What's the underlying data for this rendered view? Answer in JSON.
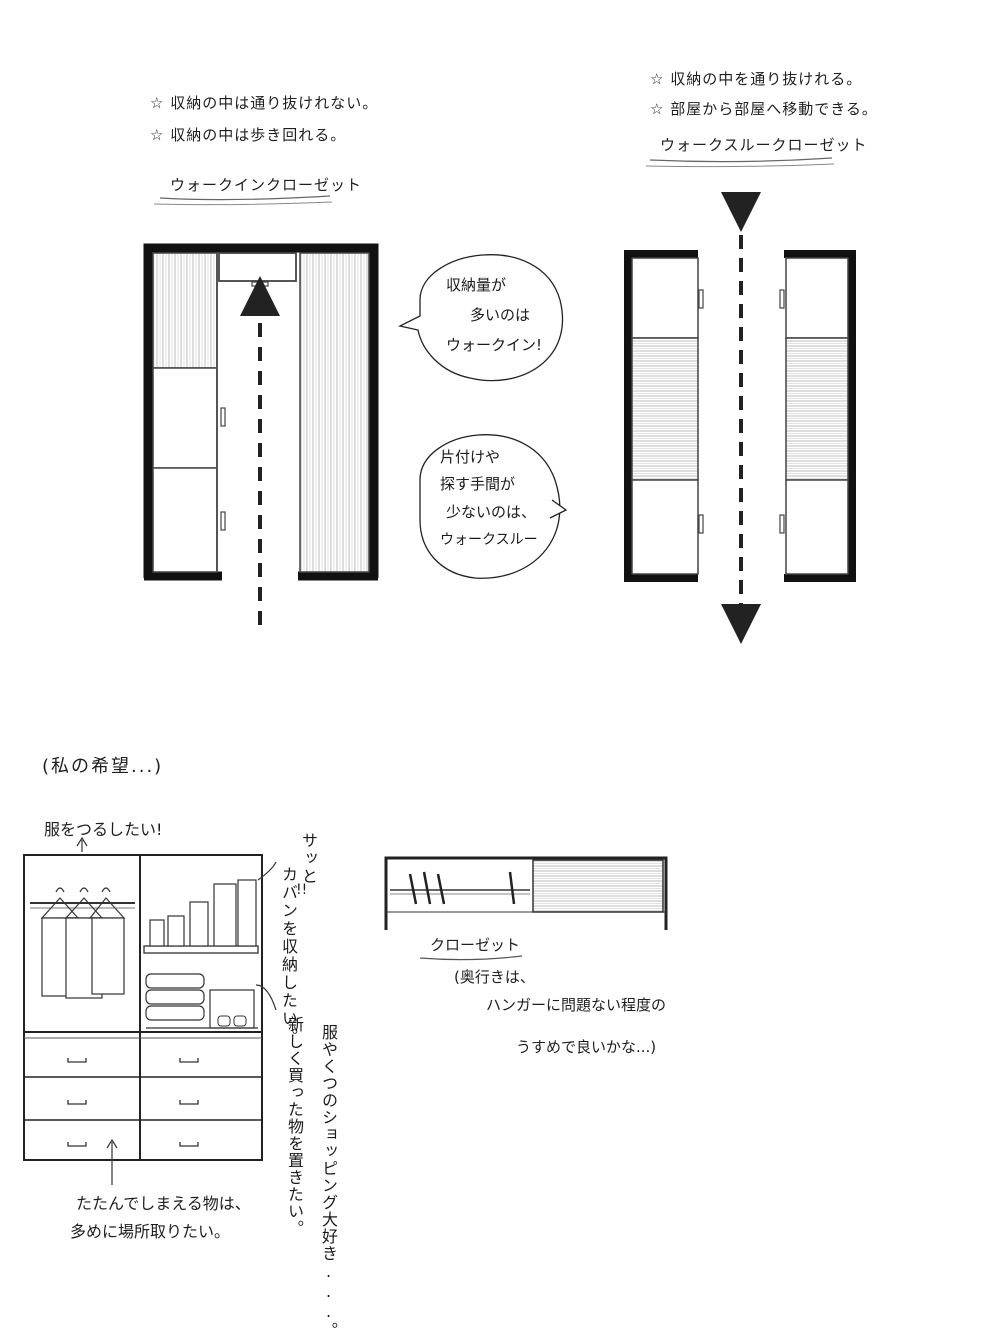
{
  "walkin": {
    "note1": "収納の中は通り抜けれない。",
    "note2": "収納の中は歩き回れる。",
    "title": "ウォークインクローゼット"
  },
  "walkthrough": {
    "note1": "収納の中を通り抜けれる。",
    "note2": "部屋から部屋へ移動できる。",
    "title": "ウォークスルークローゼット"
  },
  "bubble1": {
    "line1": "収納量が",
    "line2": "多いのは",
    "line3": "ウォークイン!"
  },
  "bubble2": {
    "line1": "片付けや",
    "line2": "探す手間が",
    "line3": "少ないのは、",
    "line4": "ウォークスルー"
  },
  "wish": {
    "heading": "(私の希望...)",
    "hang": "服をつるしたい!",
    "bags_v1": "サッと",
    "bags_v2": "カバンを収納したい。",
    "bags_extra": "!!",
    "new_v": "新しく買った物を置きたい。",
    "shopping_v": "服やくつのショッピング大好き...。",
    "fold1": "たたんでしまえる物は、",
    "fold2": "多めに場所取りたい。"
  },
  "closet": {
    "title": "クローゼット",
    "note1": "(奥行きは、",
    "note2": "ハンガーに問題ない程度の",
    "note3": "うすめで良いかな...)"
  }
}
